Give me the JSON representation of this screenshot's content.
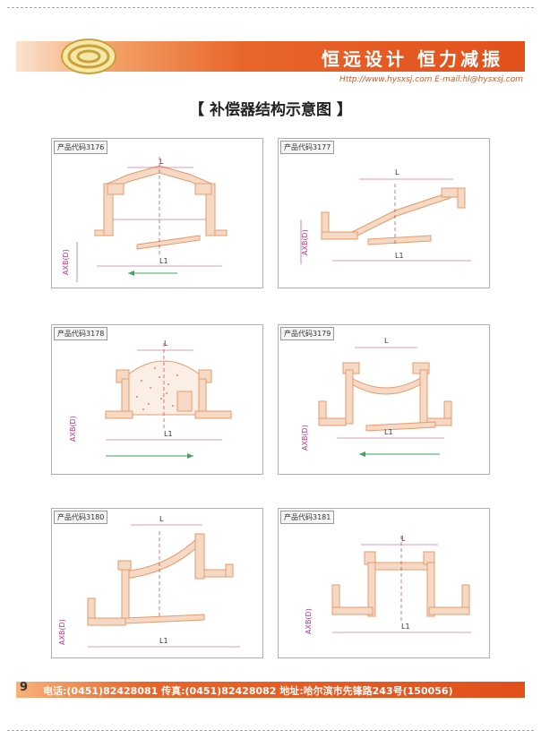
{
  "header": {
    "slogan": "恒远设计  恒力减振",
    "contact": "Http://www.hysxsj.com  E-mail:hl@hysxsj.com"
  },
  "page_title": "【 补偿器结构示意图 】",
  "panels": [
    {
      "code": "产品代码3176",
      "label_L": "L",
      "label_L1": "L1",
      "axis": "AXB(D)"
    },
    {
      "code": "产品代码3177",
      "label_L": "L",
      "label_L1": "L1",
      "axis": "AXB(D)"
    },
    {
      "code": "产品代码3178",
      "label_L": "L",
      "label_L1": "L1",
      "axis": "AXB(D)"
    },
    {
      "code": "产品代码3179",
      "label_L": "L",
      "label_L1": "L1",
      "axis": "AXB(D)"
    },
    {
      "code": "产品代码3180",
      "label_L": "L",
      "label_L1": "L1",
      "axis": "AXB(D)"
    },
    {
      "code": "产品代码3181",
      "label_L": "L",
      "label_L1": "L1",
      "axis": "AXB(D)"
    }
  ],
  "footer": {
    "page_number": "9",
    "text": "电话:(0451)82428081  传真:(0451)82428082  地址:哈尔滨市先锋路243号(150056)"
  },
  "colors": {
    "accent": "#e2501c",
    "hatch": "#e59a6a",
    "dim": "#b4388a",
    "arrow": "#3aa65a"
  }
}
